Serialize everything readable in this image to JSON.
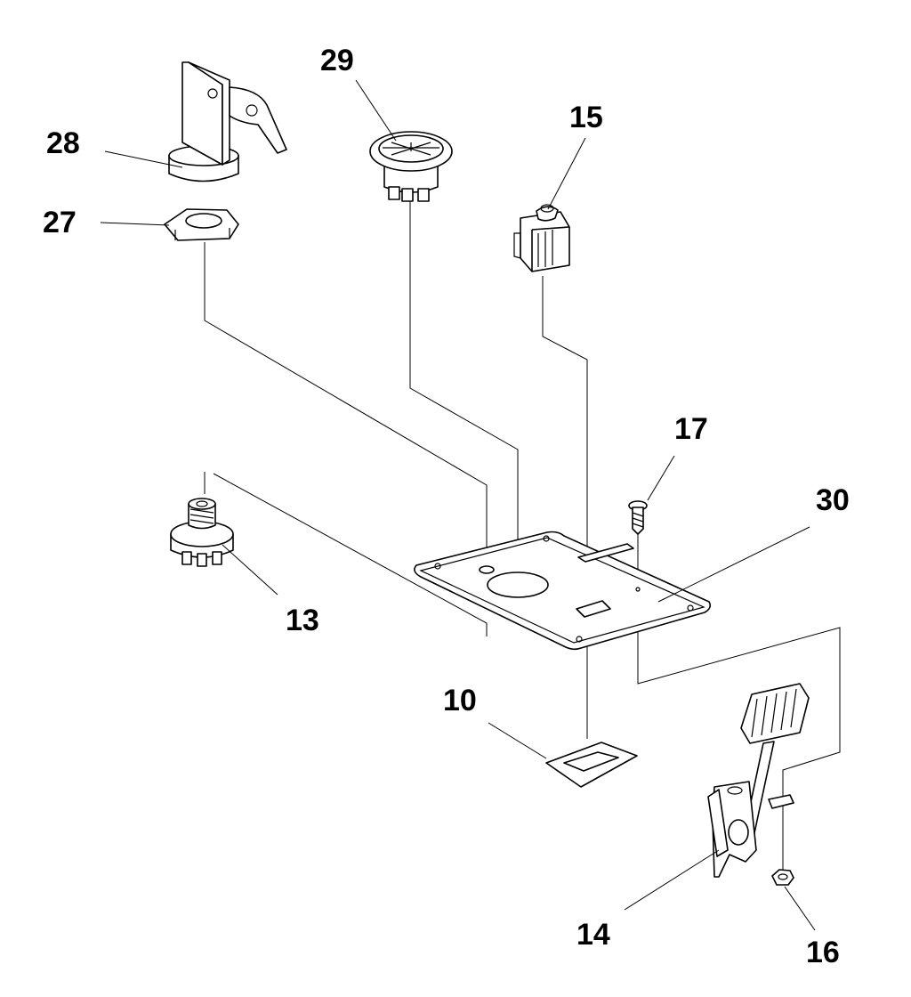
{
  "diagram": {
    "parts": [
      {
        "id": "key_switch",
        "number": "28"
      },
      {
        "id": "hex_nut",
        "number": "27"
      },
      {
        "id": "hour_meter",
        "number": "29"
      },
      {
        "id": "rocker_switch",
        "number": "15"
      },
      {
        "id": "screw",
        "number": "17"
      },
      {
        "id": "mounting_plate",
        "number": "30"
      },
      {
        "id": "ignition_switch",
        "number": "13"
      },
      {
        "id": "gasket",
        "number": "10"
      },
      {
        "id": "pedal_assembly",
        "number": "14"
      },
      {
        "id": "lock_nut",
        "number": "16"
      }
    ]
  }
}
